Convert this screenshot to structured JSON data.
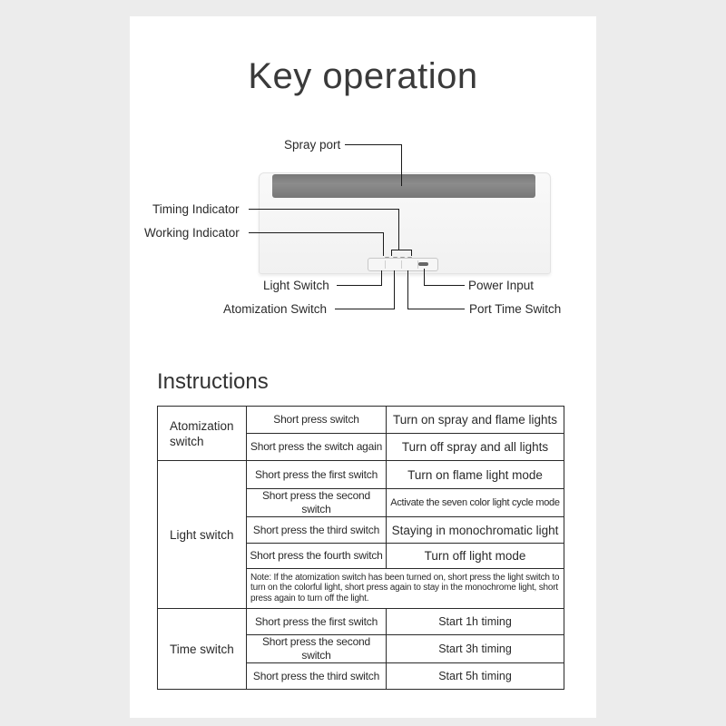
{
  "page": {
    "title": "Key operation",
    "instructions_heading": "Instructions"
  },
  "diagram": {
    "labels": {
      "spray_port": "Spray port",
      "timing_indicator": "Timing Indicator",
      "working_indicator": "Working Indicator",
      "light_switch": "Light Switch",
      "atomization_switch": "Atomization Switch",
      "power_input": "Power Input",
      "port_time_switch": "Port Time Switch"
    }
  },
  "table": {
    "groups": [
      {
        "name": "Atomization switch",
        "rows": [
          {
            "condition": "Short press switch",
            "action": "Turn on spray and flame lights"
          },
          {
            "condition": "Short press the switch again",
            "action": "Turn off spray and all lights"
          }
        ]
      },
      {
        "name": "Light switch",
        "rows": [
          {
            "condition": "Short press the first switch",
            "action": "Turn on flame light mode"
          },
          {
            "condition": "Short press the second switch",
            "action": "Activate the seven color light cycle mode"
          },
          {
            "condition": "Short press the third switch",
            "action": "Staying in monochromatic light"
          },
          {
            "condition": "Short press the fourth switch",
            "action": "Turn off light mode"
          }
        ],
        "note": "Note: If the atomization switch has been turned on, short press the light switch to turn on the colorful light, short press again to stay in the monochrome light, short press again to turn off the light."
      },
      {
        "name": "Time switch",
        "rows": [
          {
            "condition": "Short press the first switch",
            "action": "Start 1h timing"
          },
          {
            "condition": "Short press the second switch",
            "action": "Start 3h timing"
          },
          {
            "condition": "Short press the third switch",
            "action": "Start 5h timing"
          }
        ]
      }
    ]
  }
}
